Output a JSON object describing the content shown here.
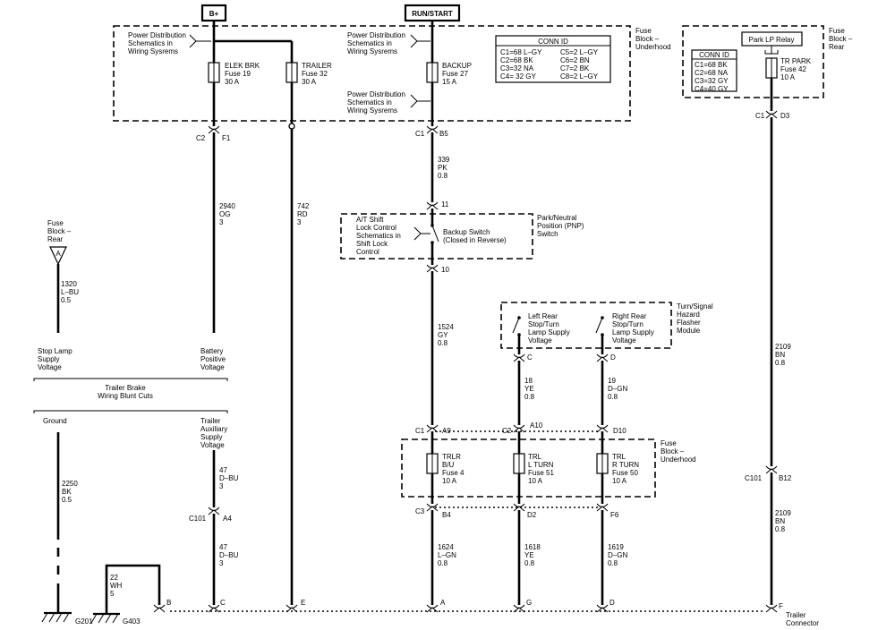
{
  "sources": {
    "bplus": "B+",
    "runstart": "RUN/START"
  },
  "fuse_block_underhood_top": [
    "Fuse",
    "Block –",
    "Underhood"
  ],
  "fuse_block_rear_top": [
    "Fuse",
    "Block –",
    "Rear"
  ],
  "pds_text": [
    "Power Distribution",
    "Schematics in",
    "Wiring Sysrems"
  ],
  "fuses": {
    "elek": [
      "ELEK BRK",
      "Fuse 19",
      "30 A"
    ],
    "trailer": [
      "TRAILER",
      "Fuse 32",
      "30 A"
    ],
    "backup": [
      "BACKUP",
      "Fuse 27",
      "15 A"
    ],
    "trpark": [
      "TR PARK",
      "Fuse 42",
      "10 A"
    ],
    "trlrbu": [
      "TRLR",
      "B/U",
      "Fuse 4",
      "10 A"
    ],
    "trllturn": [
      "TRL",
      "L TURN",
      "Fuse 51",
      "10 A"
    ],
    "trlrturn": [
      "TRL",
      "R TURN",
      "Fuse 50",
      "10 A"
    ]
  },
  "conn_id_main": {
    "title": "CONN ID",
    "left": [
      "C1=68 L–GY",
      "C2=68 BK",
      "C3=32 NA",
      "C4= 32 GY"
    ],
    "right": [
      "C5=2 L–GY",
      "C6=2 BN",
      "C7=2 BK",
      "C8=2 L–GY"
    ]
  },
  "conn_id_rear": {
    "title": "CONN ID",
    "lines": [
      "C1=68 BK",
      "C2=68 NA",
      "C3=32 GY",
      "C4=40 GY"
    ]
  },
  "park_lp_relay": "Park LP Relay",
  "connectors": {
    "c2": "C2",
    "f1": "F1",
    "c1a": "C1",
    "b5": "B5",
    "c1r": "C1",
    "d3": "D3",
    "p11": "11",
    "p10": "10",
    "c1b": "C1",
    "a9": "A9",
    "c2b": "C2",
    "a10": "A10",
    "d10": "D10",
    "c3": "C3",
    "b4": "B4",
    "d2": "D2",
    "f6": "F6",
    "c101a": "C101",
    "a4": "A4",
    "c101b": "C101",
    "b12": "B12",
    "pc": "C",
    "pd": "D",
    "fbr_a": "A"
  },
  "wires": {
    "w339": [
      "339",
      "PK",
      "0.8"
    ],
    "w2940": [
      "2940",
      "OG",
      "3"
    ],
    "w742": [
      "742",
      "RD",
      "3"
    ],
    "w1320": [
      "1320",
      "L–BU",
      "0.5"
    ],
    "w1524": [
      "1524",
      "GY",
      "0.8"
    ],
    "w18": [
      "18",
      "YE",
      "0.8"
    ],
    "w19": [
      "19",
      "D–GN",
      "0.8"
    ],
    "w2109a": [
      "2109",
      "BN",
      "0.8"
    ],
    "w2109b": [
      "2109",
      "BN",
      "0.8"
    ],
    "w2250": [
      "2250",
      "BK",
      "0.5"
    ],
    "w47a": [
      "47",
      "D–BU",
      "3"
    ],
    "w47b": [
      "47",
      "D–BU",
      "3"
    ],
    "w22": [
      "22",
      "WH",
      "5"
    ],
    "w1624": [
      "1624",
      "L–GN",
      "0.8"
    ],
    "w1618": [
      "1618",
      "YE",
      "0.8"
    ],
    "w1619": [
      "1619",
      "D–GN",
      "0.8"
    ]
  },
  "shift_lock_text": [
    "A/T Shift",
    "Lock Control",
    "Schematics in",
    "Shift Lock",
    "Control"
  ],
  "backup_switch": [
    "Backup Switch",
    "(Closed in Reverse)"
  ],
  "pnp_switch": [
    "Park/Neutral",
    "Position (PNP)",
    "Switch"
  ],
  "fuse_block_rear_left": [
    "Fuse",
    "Block –",
    "Rear"
  ],
  "flasher_module": [
    "Turn/Signal",
    "Hazard",
    "Flasher",
    "Module"
  ],
  "left_rear_stop": [
    "Left Rear",
    "Stop/Turn",
    "Lamp Supply",
    "Voltage"
  ],
  "right_rear_stop": [
    "Right Rear",
    "Stop/Turn",
    "Lamp Supply",
    "Voltage"
  ],
  "stop_lamp_supply": [
    "Stop Lamp",
    "Supply",
    "Voltage"
  ],
  "battery_positive": [
    "Battery",
    "Positive",
    "Voltage"
  ],
  "trailer_brake_cuts": [
    "Trailer Brake",
    "Wiring Blunt Cuts"
  ],
  "ground_label": "Ground",
  "trailer_aux": [
    "Trailer",
    "Auxiliary",
    "Supply",
    "Voltage"
  ],
  "fuse_block_underhood_mid": [
    "Fuse",
    "Block –",
    "Underhood"
  ],
  "trailer_connector": {
    "pins": [
      "B",
      "C",
      "E",
      "A",
      "G",
      "D",
      "F"
    ],
    "label": [
      "Trailer",
      "Connector"
    ]
  },
  "grounds": {
    "g201": "G201",
    "g403": "G403"
  }
}
